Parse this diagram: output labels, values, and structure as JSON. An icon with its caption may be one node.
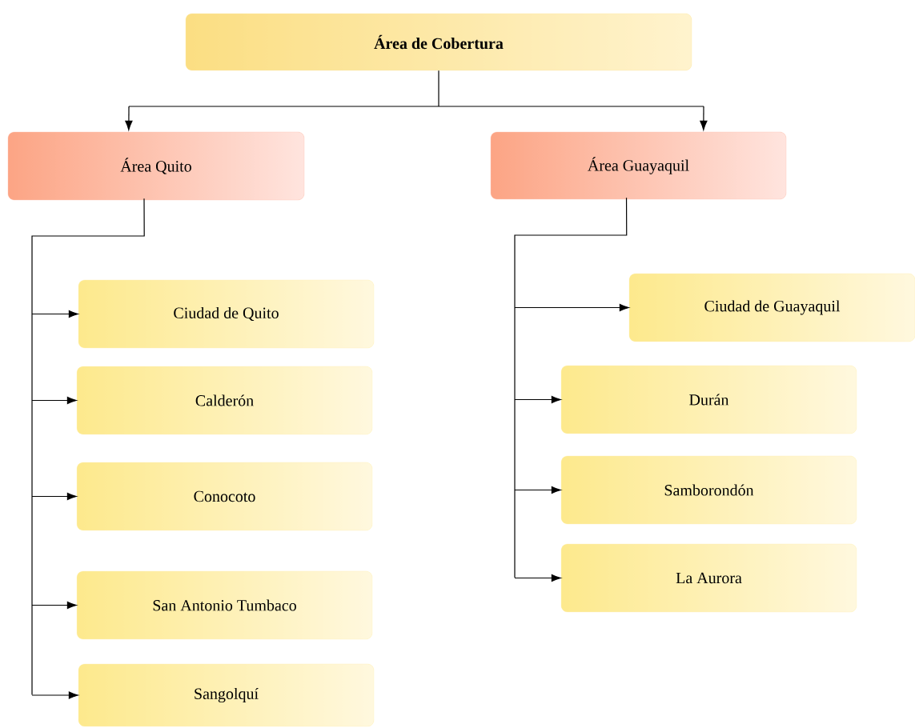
{
  "diagram": {
    "nodes": [
      {
        "text": [
          "Área de Cobertura"
        ]
      },
      {
        "text": [
          "Área Quito"
        ]
      },
      {
        "text": [
          "Área Guayaquil"
        ]
      },
      {
        "text": [
          "Ciudad de Quito"
        ]
      },
      {
        "text": [
          "Calderón"
        ]
      },
      {
        "text": [
          "Conocoto"
        ]
      },
      {
        "text": [
          "San Antonio Tumbaco"
        ]
      },
      {
        "text": [
          "Sangolquí"
        ]
      },
      {
        "text": [
          "Ciudad de Guayaquil"
        ]
      },
      {
        "text": [
          "Durán"
        ]
      },
      {
        "text": [
          "Samborondón"
        ]
      },
      {
        "text": [
          "La Aurora"
        ]
      }
    ],
    "edges": [
      {
        "from": 0,
        "to": 1,
        "arrow": "to"
      },
      {
        "from": 0,
        "to": 2,
        "arrow": "to"
      },
      {
        "from": 1,
        "to": 3,
        "arrow": "to"
      },
      {
        "from": 1,
        "to": 4,
        "arrow": "to"
      },
      {
        "from": 1,
        "to": 5,
        "arrow": "to"
      },
      {
        "from": 1,
        "to": 6,
        "arrow": "to"
      },
      {
        "from": 1,
        "to": 7,
        "arrow": "to"
      },
      {
        "from": 2,
        "to": 8,
        "arrow": "to"
      },
      {
        "from": 2,
        "to": 9,
        "arrow": "to"
      },
      {
        "from": 2,
        "to": 10,
        "arrow": "to"
      },
      {
        "from": 2,
        "to": 11,
        "arrow": "to"
      }
    ]
  }
}
